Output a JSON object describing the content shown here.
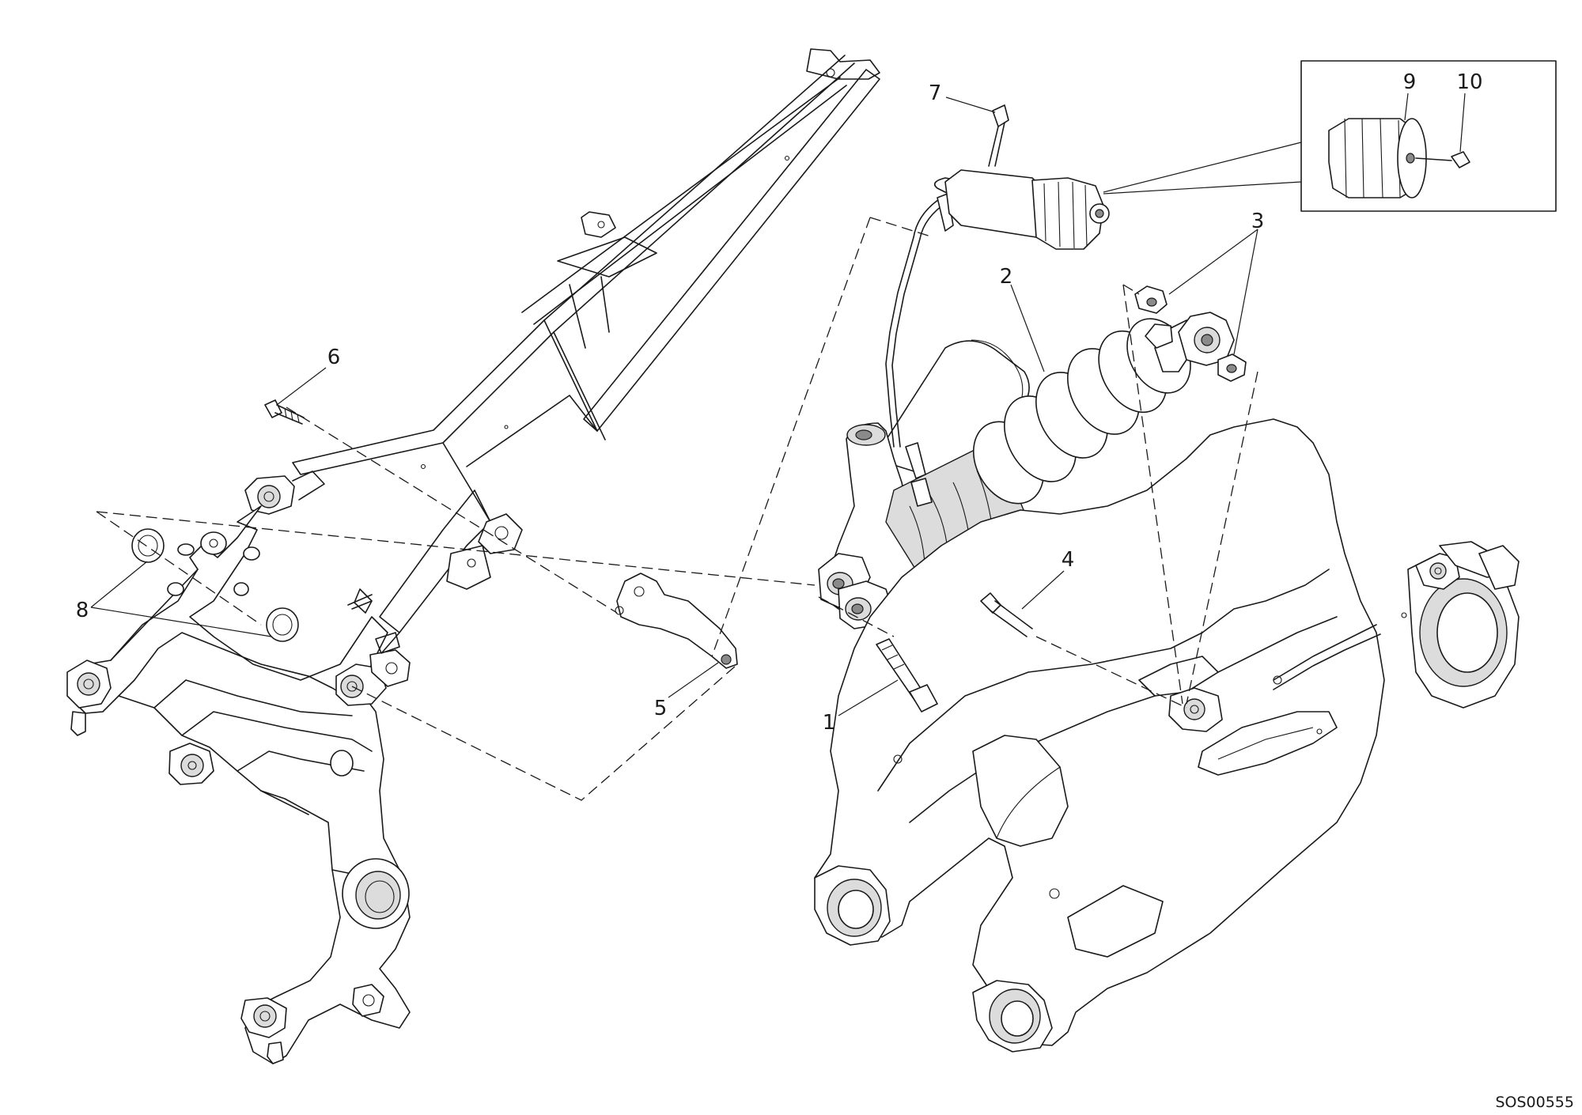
{
  "diagram": {
    "drawing_code": "SOS00555",
    "callouts": [
      {
        "id": "1",
        "label": "1"
      },
      {
        "id": "2",
        "label": "2"
      },
      {
        "id": "3",
        "label": "3"
      },
      {
        "id": "4",
        "label": "4"
      },
      {
        "id": "5",
        "label": "5"
      },
      {
        "id": "6",
        "label": "6"
      },
      {
        "id": "7",
        "label": "7"
      },
      {
        "id": "8",
        "label": "8"
      },
      {
        "id": "9",
        "label": "9"
      },
      {
        "id": "10",
        "label": "10"
      }
    ],
    "parts": [
      {
        "callout": "1",
        "part": "bolt-lower-mount"
      },
      {
        "callout": "2",
        "part": "rear-shock-absorber"
      },
      {
        "callout": "3",
        "part": "bushing-spacer"
      },
      {
        "callout": "4",
        "part": "bolt-upper-mount"
      },
      {
        "callout": "5",
        "part": "preload-adjuster-bracket"
      },
      {
        "callout": "6",
        "part": "bracket-screw"
      },
      {
        "callout": "7",
        "part": "adjuster-screw"
      },
      {
        "callout": "8",
        "part": "seal-ring"
      },
      {
        "callout": "9",
        "part": "adjuster-knob"
      },
      {
        "callout": "10",
        "part": "knob-screw"
      }
    ]
  }
}
